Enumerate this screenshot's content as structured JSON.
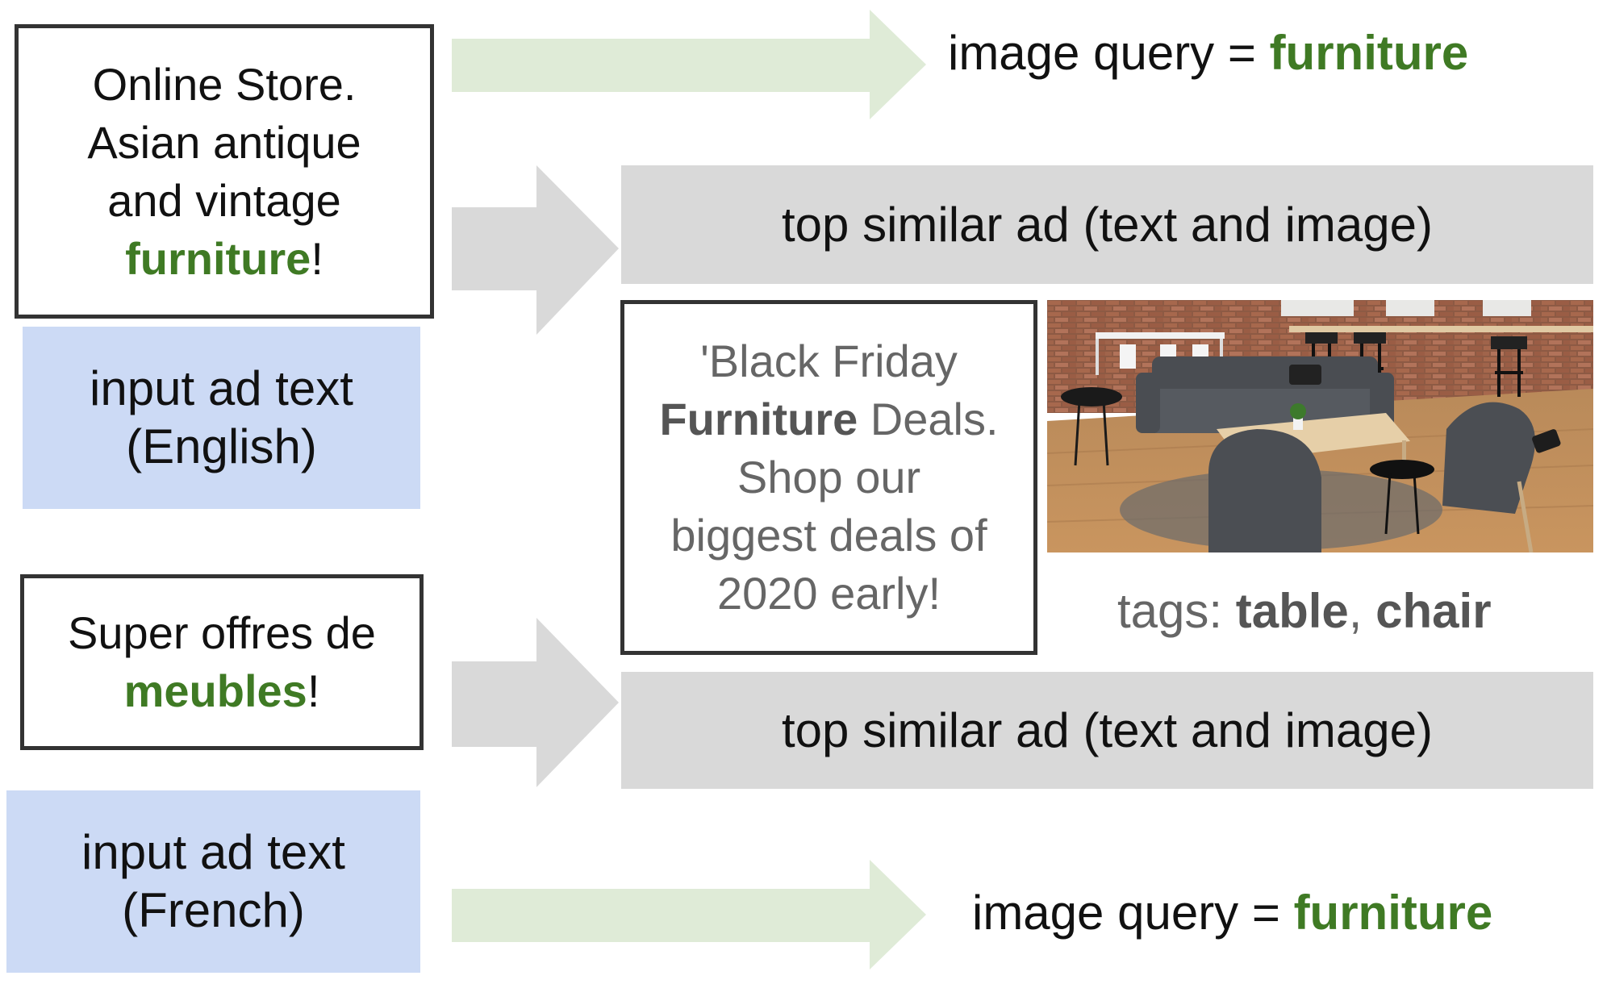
{
  "english": {
    "input_text": {
      "line1": "Online Store.",
      "line2": "Asian antique",
      "line3": "and vintage",
      "keyword": "furniture",
      "suffix": "!"
    },
    "label_line1": "input ad text",
    "label_line2": "(English)",
    "image_query_prefix": "image query = ",
    "image_query_value": "furniture",
    "similar_ad": "top similar ad (text and image)"
  },
  "french": {
    "input_text": {
      "line1": "Super offres de",
      "keyword": "meubles",
      "suffix": "!"
    },
    "label_line1": "input ad text",
    "label_line2": "(French)",
    "image_query_prefix": "image query = ",
    "image_query_value": "furniture",
    "similar_ad": "top similar ad (text and image)"
  },
  "retrieved_ad": {
    "line1": "'Black Friday",
    "bold_word": "Furniture",
    "line2_rest": " Deals.",
    "line3": "Shop our",
    "line4": "biggest deals of",
    "line5": "2020 early!"
  },
  "tags": {
    "prefix": "tags: ",
    "tag1": "table",
    "separator": ", ",
    "tag2": "chair"
  },
  "colors": {
    "green_arrow": "#dfebd7",
    "gray_arrow": "#d9d9d9",
    "label_blue": "#ccdaf5",
    "keyword_green": "#3f7a24"
  }
}
